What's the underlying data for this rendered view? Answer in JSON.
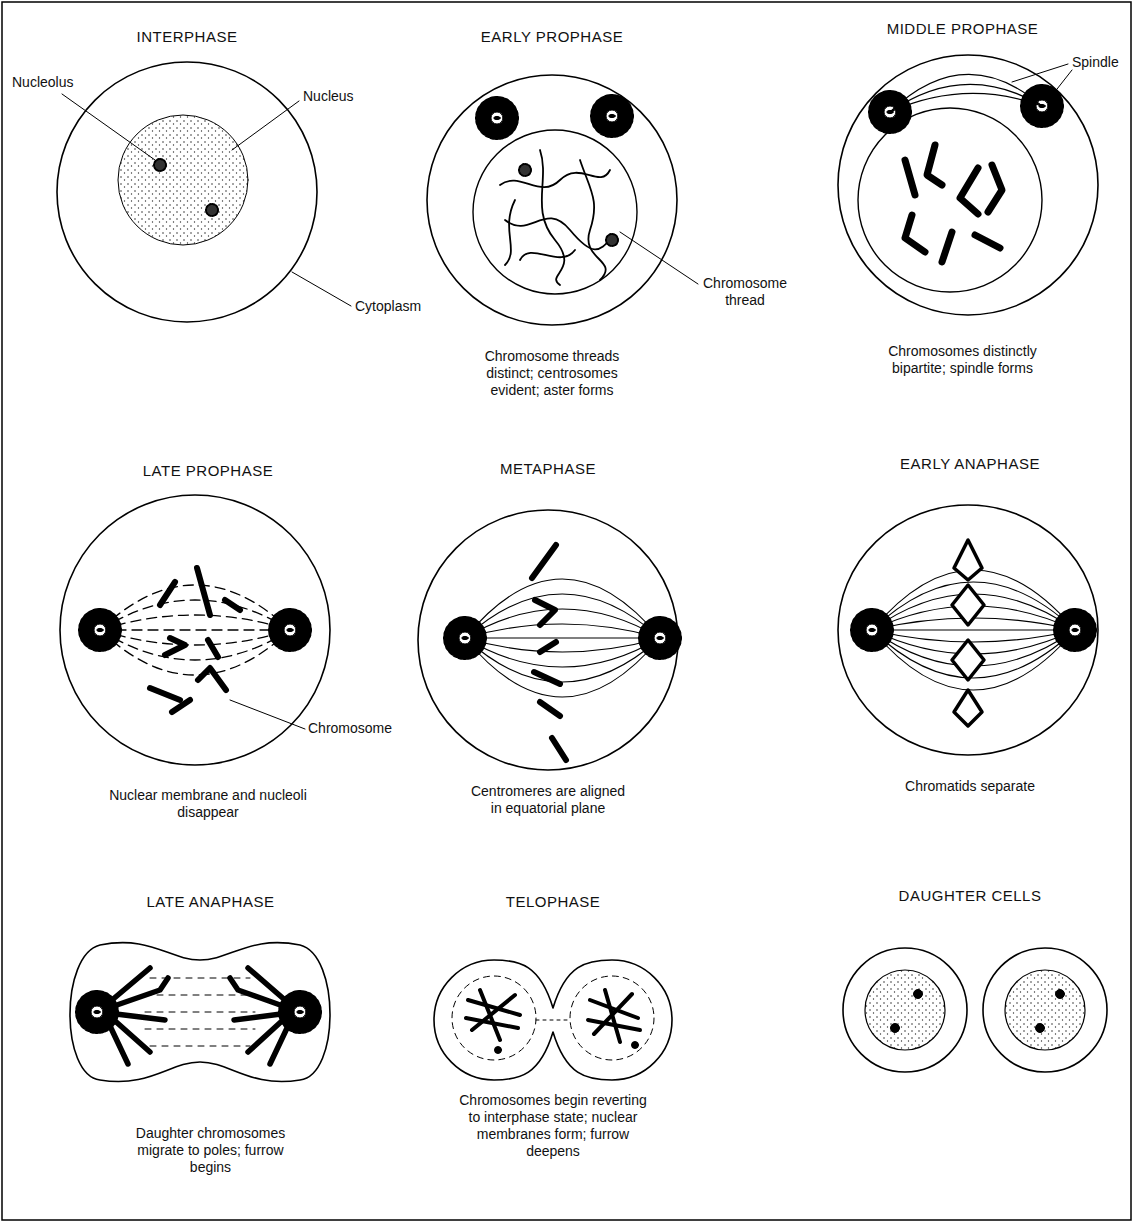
{
  "diagram": {
    "nodes": [
      {
        "text": [
          "INTERPHASE"
        ]
      },
      {
        "text": [
          "EARLY PROPHASE",
          "Chromosome threads distinct; centrosomes evident; aster forms"
        ]
      },
      {
        "text": [
          "MIDDLE PROPHASE",
          "Chromosomes distinctly bipartite; spindle forms"
        ]
      },
      {
        "text": [
          "LATE PROPHASE",
          "Nuclear membrane and nucleoli disappear"
        ]
      },
      {
        "text": [
          "METAPHASE",
          "Centromeres are aligned in equatorial plane"
        ]
      },
      {
        "text": [
          "EARLY ANAPHASE",
          "Chromatids separate"
        ]
      },
      {
        "text": [
          "LATE ANAPHASE",
          "Daughter chromosomes migrate to poles; furrow begins"
        ]
      },
      {
        "text": [
          "TELOPHASE",
          "Chromosomes begin reverting to interphase state; nuclear membranes form; furrow deepens"
        ]
      },
      {
        "text": [
          "DAUGHTER CELLS"
        ]
      }
    ],
    "labels": [
      "Nucleolus",
      "Nucleus",
      "Cytoplasm",
      "Chromosome thread",
      "Spindle",
      "Chromosome"
    ]
  }
}
